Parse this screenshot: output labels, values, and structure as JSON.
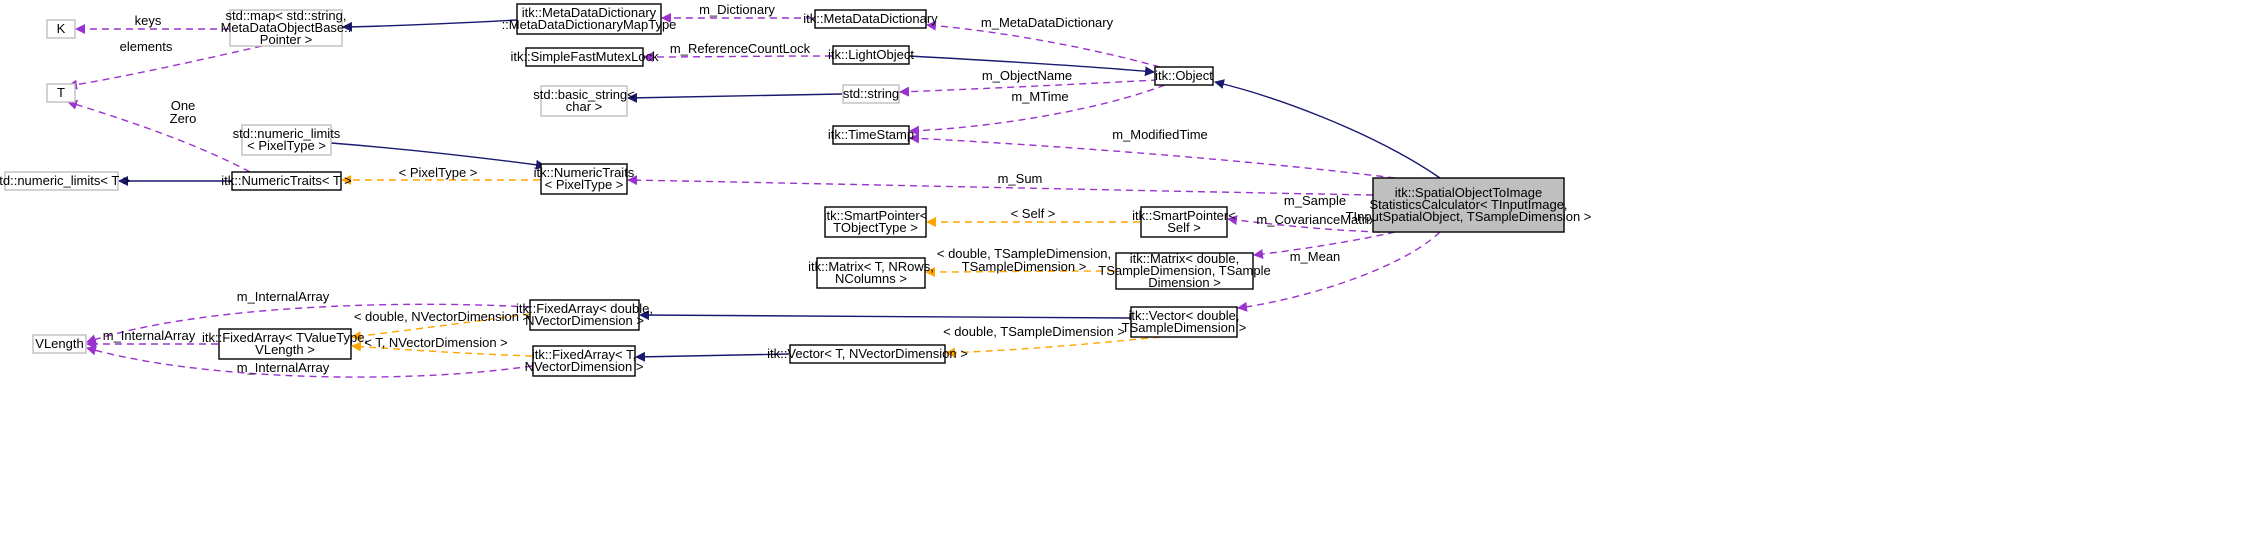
{
  "colors": {
    "inherit": "#191970",
    "usage": "#9a32cd",
    "template": "#ffa500",
    "focus_fill": "#bfbfbf",
    "external_border": "#bfbfbf"
  },
  "nodes": [
    {
      "id": "sosc",
      "lines": [
        "itk::SpatialObjectToImage",
        "StatisticsCalculator< TInputImage,",
        "TInputSpatialObject, TSampleDimension >"
      ],
      "style": "focus"
    },
    {
      "id": "object",
      "lines": [
        "itk::Object"
      ],
      "style": "normal"
    },
    {
      "id": "lightobject",
      "lines": [
        "itk::LightObject"
      ],
      "style": "normal"
    },
    {
      "id": "mdd",
      "lines": [
        "itk::MetaDataDictionary"
      ],
      "style": "normal"
    },
    {
      "id": "mddmap",
      "lines": [
        "itk::MetaDataDictionary",
        "::MetaDataDictionaryMapType"
      ],
      "style": "normal"
    },
    {
      "id": "stdmap",
      "lines": [
        "std::map< std::string,",
        "MetaDataObjectBase::",
        "Pointer >"
      ],
      "style": "external"
    },
    {
      "id": "K",
      "lines": [
        "K"
      ],
      "style": "external"
    },
    {
      "id": "T",
      "lines": [
        "T"
      ],
      "style": "external"
    },
    {
      "id": "mutexlock",
      "lines": [
        "itk::SimpleFastMutexLock"
      ],
      "style": "normal"
    },
    {
      "id": "stdstring",
      "lines": [
        "std::string"
      ],
      "style": "external"
    },
    {
      "id": "basicstring",
      "lines": [
        "std::basic_string<",
        "char >"
      ],
      "style": "external"
    },
    {
      "id": "timestamp",
      "lines": [
        "itk::TimeStamp"
      ],
      "style": "normal"
    },
    {
      "id": "ntpix",
      "lines": [
        "itk::NumericTraits",
        "< PixelType >"
      ],
      "style": "normal"
    },
    {
      "id": "nlpix",
      "lines": [
        "std::numeric_limits",
        "< PixelType >"
      ],
      "style": "external"
    },
    {
      "id": "ntT",
      "lines": [
        "itk::NumericTraits< T >"
      ],
      "style": "normal"
    },
    {
      "id": "nlT",
      "lines": [
        "std::numeric_limits< T >"
      ],
      "style": "external"
    },
    {
      "id": "spself",
      "lines": [
        "itk::SmartPointer<",
        "Self >"
      ],
      "style": "normal"
    },
    {
      "id": "spobj",
      "lines": [
        "itk::SmartPointer<",
        "TObjectType >"
      ],
      "style": "normal"
    },
    {
      "id": "matrixD",
      "lines": [
        "itk::Matrix< double,",
        "TSampleDimension, TSample",
        "Dimension >"
      ],
      "style": "normal"
    },
    {
      "id": "matrixT",
      "lines": [
        "itk::Matrix< T, NRows,",
        "NColumns >"
      ],
      "style": "normal"
    },
    {
      "id": "vectorD",
      "lines": [
        "itk::Vector< double,",
        "TSampleDimension >"
      ],
      "style": "normal"
    },
    {
      "id": "vectorT",
      "lines": [
        "itk::Vector< T, NVectorDimension >"
      ],
      "style": "normal"
    },
    {
      "id": "faD",
      "lines": [
        "itk::FixedArray< double,",
        "NVectorDimension >"
      ],
      "style": "normal"
    },
    {
      "id": "faT",
      "lines": [
        "itk::FixedArray< T,",
        "NVectorDimension >"
      ],
      "style": "normal"
    },
    {
      "id": "faTV",
      "lines": [
        "itk::FixedArray< TValueType,",
        "VLength >"
      ],
      "style": "normal"
    },
    {
      "id": "vlength",
      "lines": [
        "VLength"
      ],
      "style": "external"
    }
  ],
  "edges": [
    {
      "id": "object_sosc",
      "kind": "inherit",
      "label": []
    },
    {
      "id": "lightobject_object",
      "kind": "inherit",
      "label": []
    },
    {
      "id": "mdd_object",
      "kind": "usage",
      "label": [
        "m_MetaDataDictionary"
      ]
    },
    {
      "id": "mddmap_mdd",
      "kind": "usage",
      "label": [
        "m_Dictionary"
      ]
    },
    {
      "id": "stdmap_mddmap",
      "kind": "inherit",
      "label": []
    },
    {
      "id": "K_stdmap",
      "kind": "usage",
      "label": [
        "keys"
      ]
    },
    {
      "id": "T_stdmap",
      "kind": "usage",
      "label": [
        "elements"
      ]
    },
    {
      "id": "mutex_light",
      "kind": "usage",
      "label": [
        "m_ReferenceCountLock"
      ]
    },
    {
      "id": "stdstring_object",
      "kind": "usage",
      "label": [
        "m_ObjectName"
      ]
    },
    {
      "id": "basic_stdstring",
      "kind": "inherit",
      "label": []
    },
    {
      "id": "timestamp_object",
      "kind": "usage",
      "label": [
        "m_MTime"
      ]
    },
    {
      "id": "timestamp_sosc",
      "kind": "usage",
      "label": [
        "m_ModifiedTime"
      ]
    },
    {
      "id": "ntpix_sosc",
      "kind": "usage",
      "label": [
        "m_Sum"
      ]
    },
    {
      "id": "nlpix_ntpix",
      "kind": "inherit",
      "label": []
    },
    {
      "id": "ntT_ntpix",
      "kind": "template",
      "label": [
        "< PixelType >"
      ]
    },
    {
      "id": "T_ntT",
      "kind": "usage",
      "label": [
        "One",
        "Zero"
      ]
    },
    {
      "id": "nlT_ntT",
      "kind": "inherit",
      "label": []
    },
    {
      "id": "spself_sosc",
      "kind": "usage",
      "label": [
        "m_Sample"
      ]
    },
    {
      "id": "spobj_spself",
      "kind": "template",
      "label": [
        "< Self >"
      ]
    },
    {
      "id": "matrixD_sosc",
      "kind": "usage",
      "label": [
        "m_CovarianceMatrix"
      ]
    },
    {
      "id": "matrixT_matrixD",
      "kind": "template",
      "label": [
        "< double, TSampleDimension,",
        "TSampleDimension >"
      ]
    },
    {
      "id": "vectorD_sosc",
      "kind": "usage",
      "label": [
        "m_Mean"
      ]
    },
    {
      "id": "faD_vectorD",
      "kind": "inherit",
      "label": []
    },
    {
      "id": "vectorT_vectorD",
      "kind": "template",
      "label": [
        "< double, TSampleDimension >"
      ]
    },
    {
      "id": "faT_vectorT",
      "kind": "inherit",
      "label": []
    },
    {
      "id": "faTV_faD",
      "kind": "template",
      "label": [
        "< double, NVectorDimension >"
      ]
    },
    {
      "id": "faTV_faT",
      "kind": "template",
      "label": [
        "< T, NVectorDimension >"
      ]
    },
    {
      "id": "vl_faD",
      "kind": "usage",
      "label": [
        "m_InternalArray"
      ]
    },
    {
      "id": "vl_faTV",
      "kind": "usage",
      "label": [
        "m_InternalArray"
      ]
    },
    {
      "id": "vl_faT",
      "kind": "usage",
      "label": [
        "m_InternalArray"
      ]
    }
  ]
}
